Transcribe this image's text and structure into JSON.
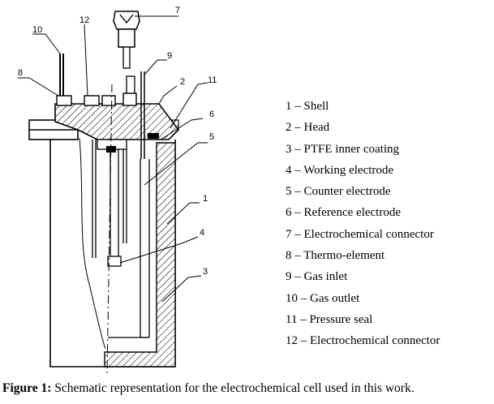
{
  "diagram": {
    "callout_numbers": [
      "1",
      "2",
      "3",
      "4",
      "5",
      "6",
      "7",
      "8",
      "9",
      "10",
      "11",
      "12"
    ]
  },
  "legend": [
    "1 – Shell",
    "2 – Head",
    "3 – PTFE inner coating",
    "4 – Working electrode",
    "5 – Counter electrode",
    "6 – Reference electrode",
    "7 – Electrochemical connector",
    "8 – Thermo-element",
    "9 – Gas inlet",
    "10 – Gas outlet",
    "11 – Pressure seal",
    "12 – Electrochemical connector"
  ],
  "caption": {
    "label": "Figure 1:",
    "text": " Schematic representation for the electrochemical cell used in this work."
  }
}
